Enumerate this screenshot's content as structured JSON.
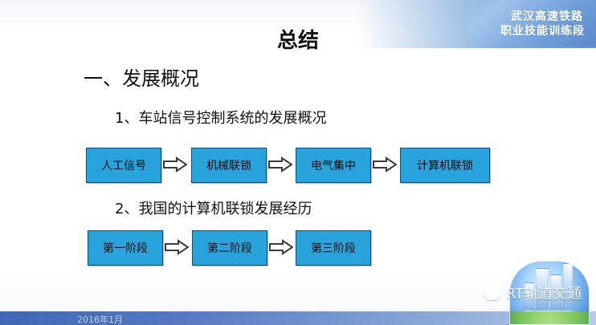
{
  "slide": {
    "badge": {
      "line1": "武汉高速铁路",
      "line2": "职业技能训练段"
    },
    "title": "总结",
    "section_heading": "一、发展概况",
    "sub_heading_1": "1、车站信号控制系统的发展概况",
    "flow_1": [
      "人工信号",
      "机械联锁",
      "电气集中",
      "计算机联锁"
    ],
    "sub_heading_2": "2、我国的计算机联锁发展经历",
    "flow_2": [
      "第一阶段",
      "第二阶段",
      "第三阶段"
    ],
    "footer_date": "2016年1月",
    "watermark_text": "RT轨道交通"
  },
  "colors": {
    "box_fill": "#29A3DC",
    "box_border": "#0C4F7A",
    "arrow_blue": "#29A3DC"
  },
  "icons": {
    "arrow": "arrow-right-icon",
    "watermark": "chat-bubbles-icon",
    "decor": "city-sphere-icon"
  }
}
